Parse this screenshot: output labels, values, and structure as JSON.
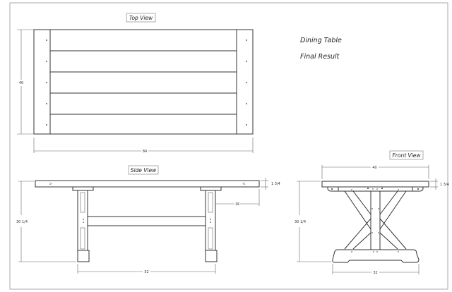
{
  "title": "Dining Table",
  "subtitle": "Final Result",
  "views": {
    "top": {
      "label": "Top View",
      "width_dim": "84",
      "depth_dim": "40"
    },
    "side": {
      "label": "Side View",
      "height_dim": "30 1/4",
      "top_thickness_dim": "1 3/4",
      "overhang_dim": "16",
      "leg_span_dim": "52"
    },
    "front": {
      "label": "Front View",
      "width_dim": "40",
      "height_dim": "30 1/4",
      "top_thickness_dim": "1 3/4",
      "base_dim": "32"
    }
  }
}
